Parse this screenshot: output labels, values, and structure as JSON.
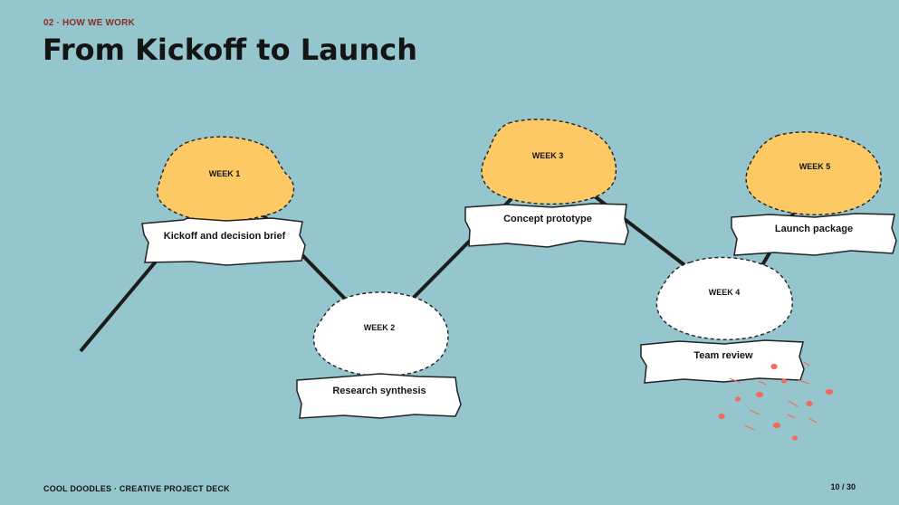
{
  "eyebrow": "02 · HOW WE WORK",
  "title": "From Kickoff to Launch",
  "footer": {
    "deck": "COOL DOODLES · CREATIVE PROJECT DECK",
    "page": "10 / 30"
  },
  "colors": {
    "background": "#95c6cd",
    "highlight_blob": "#fdc965",
    "plain_blob": "#ffffff",
    "path": "#1c1c1c",
    "accent_marks": "#f36b5c"
  },
  "milestones": [
    {
      "week": "WEEK 1",
      "label": "Kickoff and decision brief",
      "highlighted": true
    },
    {
      "week": "WEEK 2",
      "label": "Research synthesis",
      "highlighted": false
    },
    {
      "week": "WEEK 3",
      "label": "Concept prototype",
      "highlighted": true
    },
    {
      "week": "WEEK 4",
      "label": "Team review",
      "highlighted": false
    },
    {
      "week": "WEEK 5",
      "label": "Launch package",
      "highlighted": true
    }
  ]
}
